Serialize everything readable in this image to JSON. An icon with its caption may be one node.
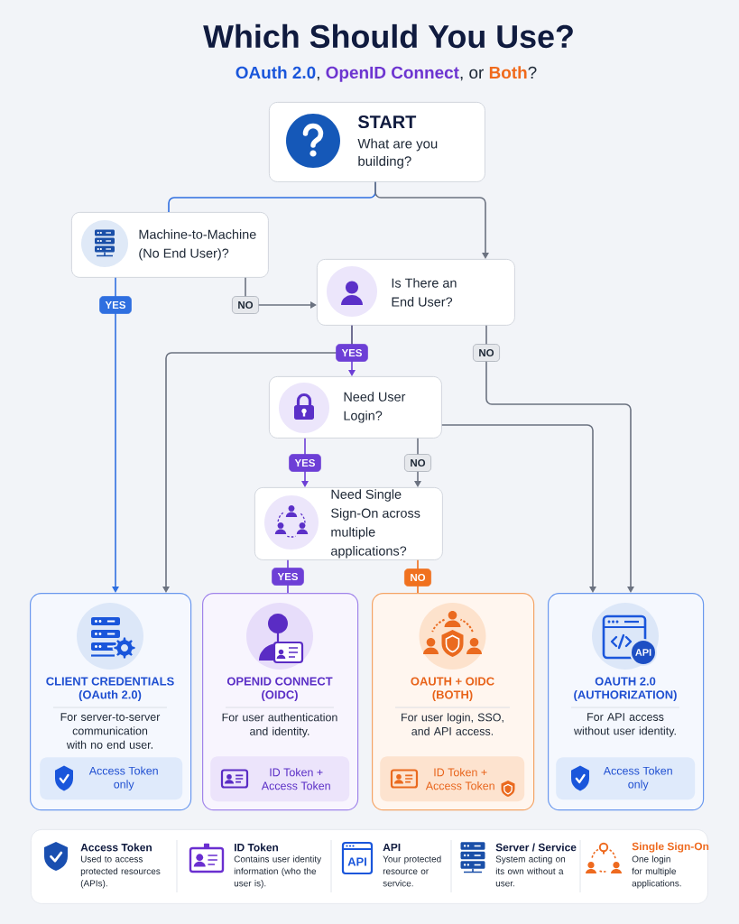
{
  "diagram": {
    "title": "Which Should You Use?",
    "nodes": [
      {
        "text": [
          "START",
          "What are you building?"
        ]
      },
      {
        "text": [
          "Machine-to-Machine (No End User)?"
        ]
      },
      {
        "text": [
          "Is There an End User?"
        ]
      },
      {
        "text": [
          "Need User Login?"
        ]
      },
      {
        "text": [
          "Need Single Sign-On across multiple applications?"
        ]
      },
      {
        "text": [
          "CLIENT CREDENTIALS",
          "(OAuth 2.0)",
          "For server-to-server communication with no end user."
        ]
      },
      {
        "text": [
          "Access Token only"
        ],
        "in": 5
      },
      {
        "text": [
          "OPENID CONNECT",
          "(OIDC)",
          "For user authentication and identity."
        ]
      },
      {
        "text": [
          "ID Token + Access Token"
        ],
        "in": 7
      },
      {
        "text": [
          "OAUTH + OIDC",
          "(BOTH)",
          "For user login, SSO, and API access."
        ]
      },
      {
        "text": [
          "ID Token + Access Token"
        ],
        "in": 9
      },
      {
        "text": [
          "API",
          "OAUTH 2.0",
          "(AUTHORIZATION)",
          "For API access without user identity."
        ]
      },
      {
        "text": [
          "Access Token only"
        ],
        "in": 11
      },
      {
        "text": [
          "Access Token",
          "Used to access protected resources (APIs).",
          "ID Token",
          "Contains user identity information (who the user is).",
          "API",
          "API",
          "Your protected resource or service.",
          "Server / Service",
          "System acting on its own without a user.",
          "Single Sign-On",
          "One login for multiple applications."
        ]
      }
    ],
    "edges": [
      {
        "from": 0,
        "to": 1,
        "arrow": "none",
        "color": "#2f6fe0"
      },
      {
        "from": 0,
        "to": 2,
        "arrow": "to"
      },
      {
        "from": 1,
        "to": 5,
        "arrow": "to",
        "label": "YES",
        "color": "#2f6fe0"
      },
      {
        "from": 1,
        "to": 2,
        "arrow": "to",
        "label": "NO"
      },
      {
        "from": 2,
        "to": 3,
        "arrow": "to",
        "label": "YES",
        "color": "#6d3fd6"
      },
      {
        "from": 2,
        "to": 5,
        "arrow": "to"
      },
      {
        "from": 2,
        "to": 11,
        "arrow": "to",
        "label": "NO"
      },
      {
        "from": 3,
        "to": 4,
        "arrow": "to",
        "label": "YES",
        "color": "#6d3fd6"
      },
      {
        "from": 3,
        "to": 4,
        "arrow": "to",
        "label": "NO"
      },
      {
        "from": 3,
        "to": 11,
        "arrow": "to"
      },
      {
        "from": 4,
        "to": 7,
        "arrow": "none",
        "label": "YES",
        "color": "#6d3fd6"
      },
      {
        "from": 4,
        "to": 9,
        "arrow": "none",
        "label": "NO",
        "color": "#f0711f"
      }
    ],
    "labels": [
      "**OAuth 2.0**, **OpenID Connect**, or **Both**?"
    ]
  }
}
